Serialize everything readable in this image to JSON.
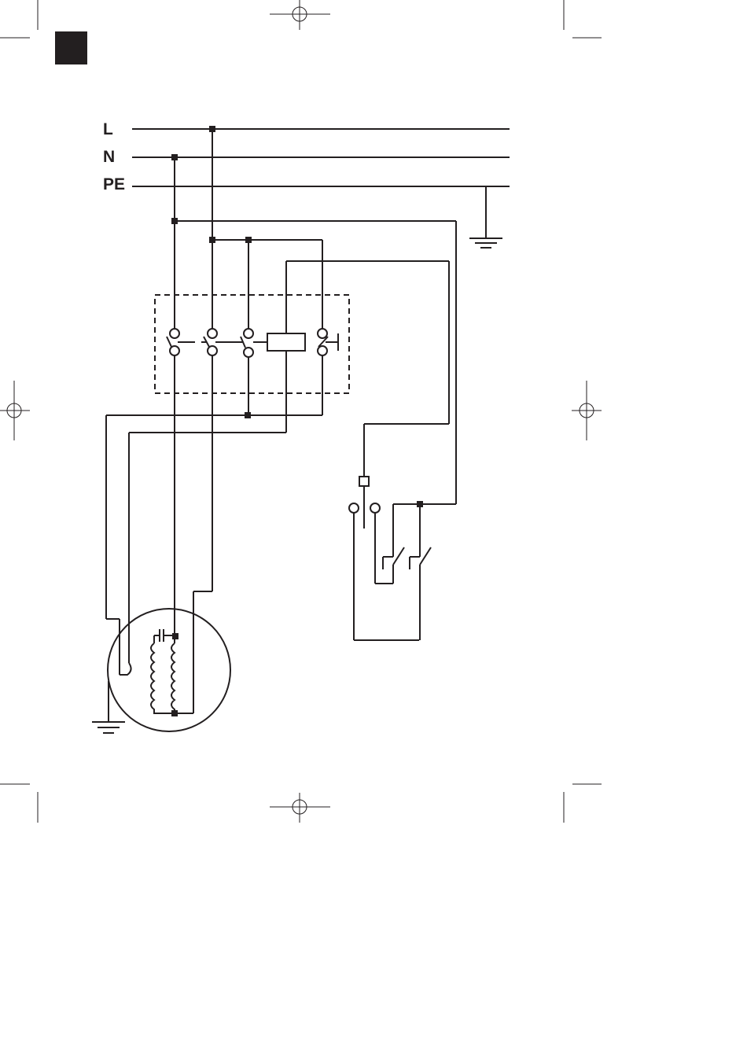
{
  "diagram": {
    "labels": {
      "line": "L",
      "neutral": "N",
      "earth": "PE"
    }
  },
  "colors": {
    "ink": "#231f20",
    "background": "#ffffff"
  }
}
